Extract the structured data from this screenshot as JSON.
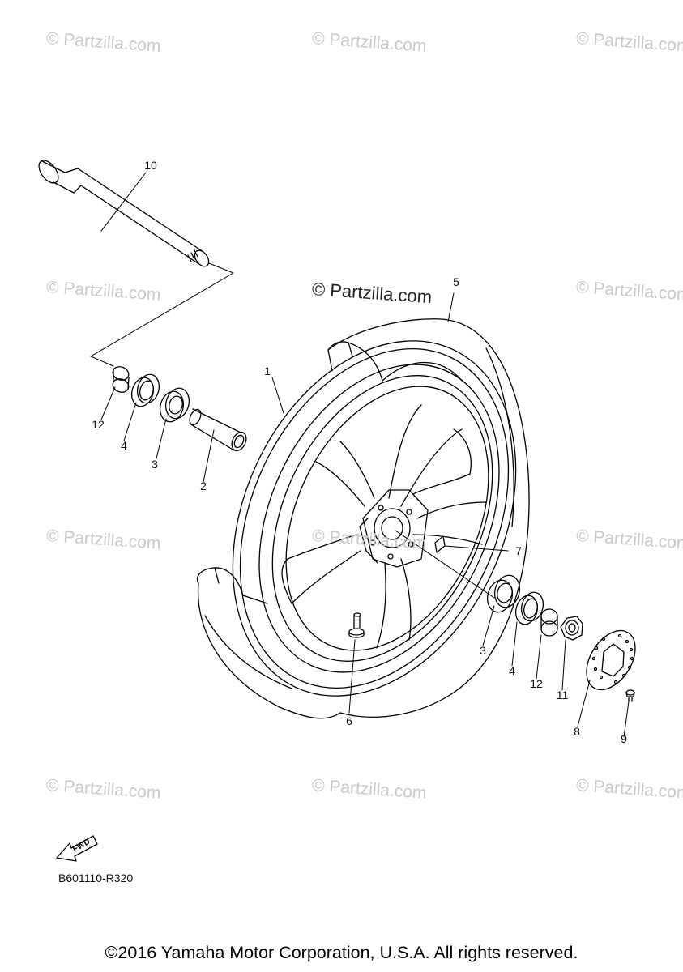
{
  "watermark": "© Partzilla.com",
  "watermark_main": "© Partzilla.com",
  "callouts": {
    "c1": "1",
    "c2": "2",
    "c3a": "3",
    "c3b": "3",
    "c4a": "4",
    "c4b": "4",
    "c5": "5",
    "c6": "6",
    "c7": "7",
    "c8": "8",
    "c9": "9",
    "c10": "10",
    "c11": "11",
    "c12a": "12",
    "c12b": "12"
  },
  "fwd_label": "FWD",
  "diagram_code": "B601110-R320",
  "copyright": "©2016 Yamaha Motor Corporation, U.S.A. All rights reserved."
}
